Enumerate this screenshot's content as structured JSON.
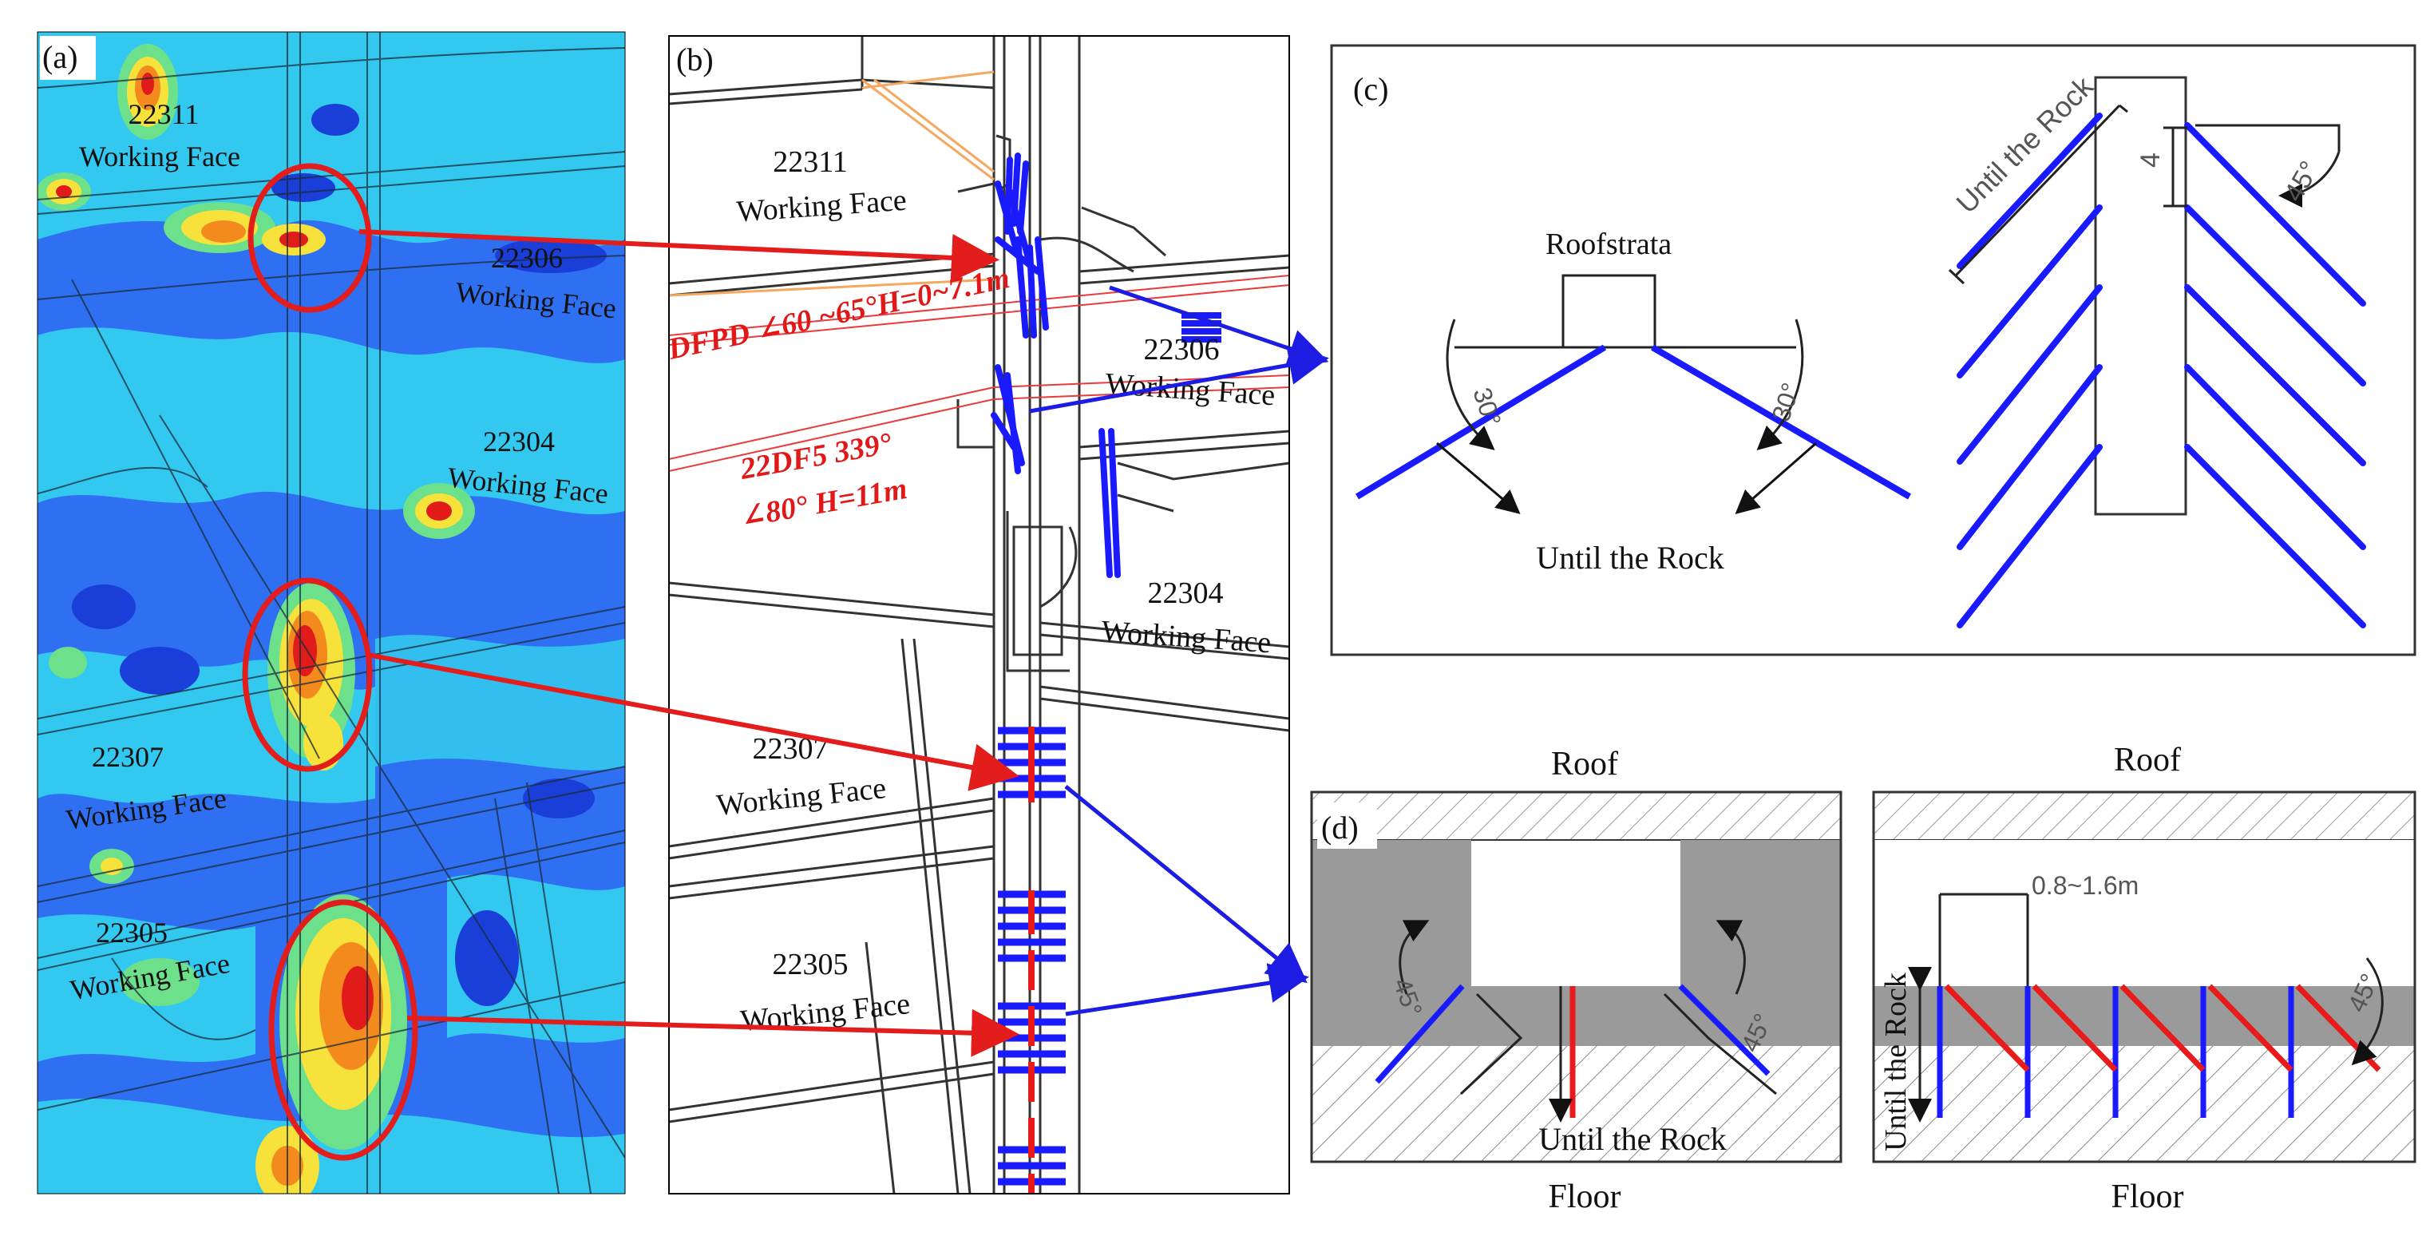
{
  "panels": {
    "a": {
      "label": "(a)",
      "faces": [
        {
          "id": "22311",
          "text": "Working Face"
        },
        {
          "id": "22306",
          "text": "Working Face"
        },
        {
          "id": "22304",
          "text": "Working Face"
        },
        {
          "id": "22307",
          "text": "Working Face"
        },
        {
          "id": "22305",
          "text": "Working Face"
        }
      ]
    },
    "b": {
      "label": "(b)",
      "faces": [
        {
          "id": "22311",
          "text": "Working Face"
        },
        {
          "id": "22306",
          "text": "Working Face"
        },
        {
          "id": "22304",
          "text": "Working Face"
        },
        {
          "id": "22307",
          "text": "Working Face"
        },
        {
          "id": "22305",
          "text": "Working Face"
        }
      ],
      "faults": {
        "f1": "DFPD ∠60 ~65°H=0~7.1m",
        "f2_line1": "22DF5 339°",
        "f2_line2": "∠80°  H=11m"
      }
    },
    "c": {
      "label": "(c)",
      "roof_strata": "Roofstrata",
      "until_rock_left": "Until the Rock",
      "until_rock_right": "Until the Rock",
      "angle_left": "30°",
      "angle_right": "30°",
      "spacing": "4",
      "angle_45": "45°"
    },
    "d": {
      "label": "(d)",
      "roof_left": "Roof",
      "roof_right": "Roof",
      "floor_left": "Floor",
      "floor_right": "Floor",
      "until_rock_left": "Until the Rock",
      "until_rock_right": "Until the Rock",
      "angle_left_a": "45°",
      "angle_left_b": "45°",
      "angle_right": "45°",
      "spacing": "0.8~1.6m"
    }
  },
  "colors": {
    "blue_borehole": "#1a1aff",
    "red_borehole": "#e81a1a",
    "arrow_red": "#e31c1c",
    "arrow_blue": "#1c1ce3",
    "gray_pillar": "#9a9a9a",
    "heatmap_base": "#2a6cf0"
  }
}
